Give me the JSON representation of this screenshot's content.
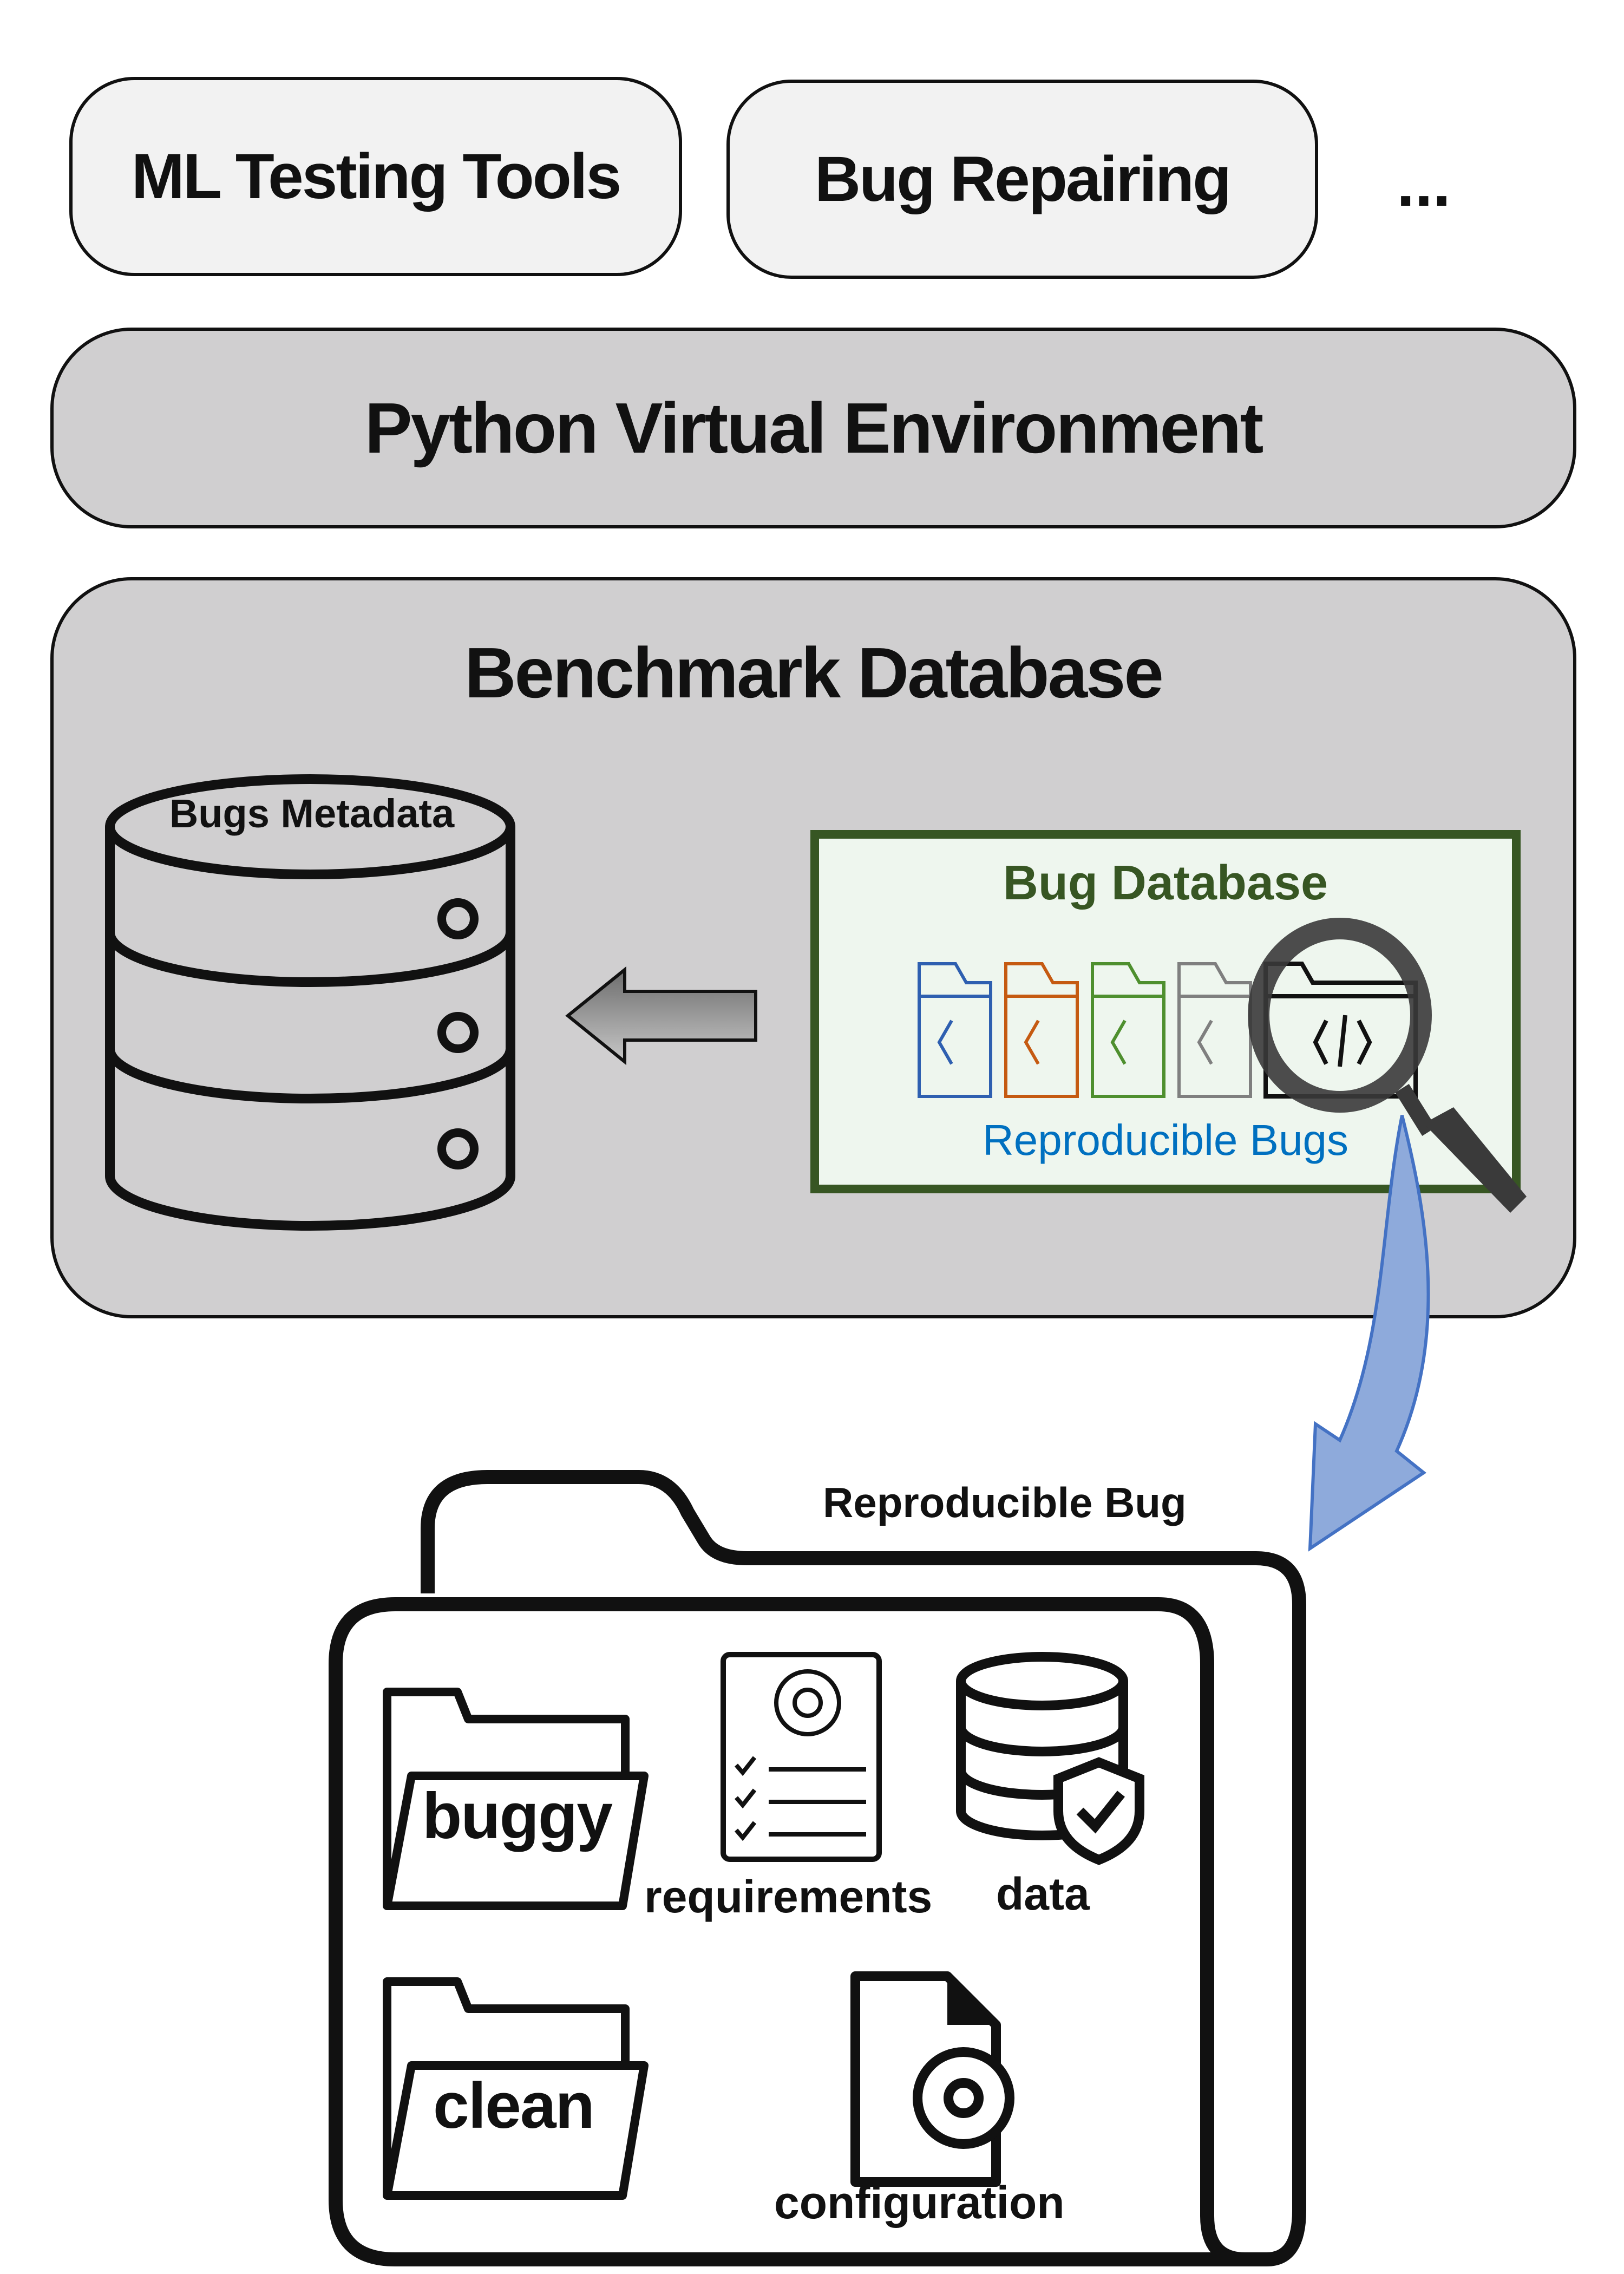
{
  "top_layer": {
    "items": [
      {
        "label": "ML Testing Tools"
      },
      {
        "label": "Bug Repairing"
      }
    ],
    "more_label": "..."
  },
  "environment": {
    "label": "Python Virtual Environment"
  },
  "benchmark": {
    "title": "Benchmark Database",
    "metadata_store": {
      "label": "Bugs Metadata",
      "icon": "database-icon"
    },
    "bug_database": {
      "title": "Bug Database",
      "subtitle": "Reproducible Bugs",
      "folder_colors": [
        "#2e5fb0",
        "#c55a11",
        "#4e8f2e",
        "#7f7f7f",
        "#111111"
      ],
      "title_color": "#375623",
      "subtitle_color": "#0070c0",
      "border_color": "#375623",
      "fill_color": "#eef6ee"
    },
    "arrow_direction": "left"
  },
  "reproducible_bug": {
    "title": "Reproducible Bug",
    "arrow_color": "#8eaadb",
    "contents": [
      {
        "label": "buggy",
        "icon": "folder-icon"
      },
      {
        "label": "requirements",
        "icon": "checklist-gear-icon"
      },
      {
        "label": "data",
        "icon": "database-shield-icon"
      },
      {
        "label": "clean",
        "icon": "folder-icon"
      },
      {
        "label": "configuration",
        "icon": "file-gear-icon"
      }
    ]
  }
}
